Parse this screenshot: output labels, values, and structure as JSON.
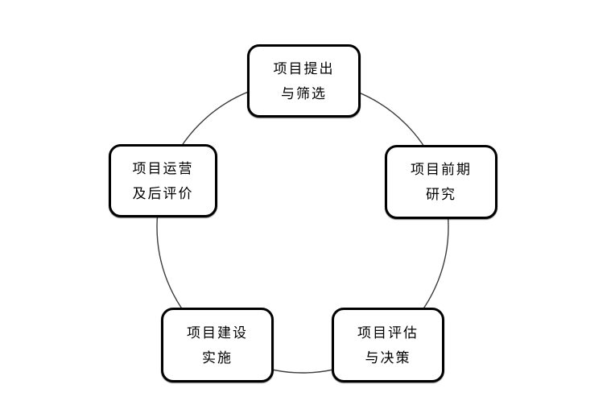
{
  "diagram": {
    "type": "cycle",
    "background_color": "#ffffff",
    "circle": {
      "stroke": "#3d3d3d"
    },
    "node_style": {
      "fill": "#ffffff",
      "border_color": "#000000",
      "text_color": "#000000"
    },
    "nodes": [
      {
        "id": "proposal-screening",
        "line1": "项目提出",
        "line2": "与筛选"
      },
      {
        "id": "preliminary-research",
        "line1": "项目前期",
        "line2": "研究"
      },
      {
        "id": "evaluation-decision",
        "line1": "项目评估",
        "line2": "与决策"
      },
      {
        "id": "construction-implementation",
        "line1": "项目建设",
        "line2": "实施"
      },
      {
        "id": "operation-post-evaluation",
        "line1": "项目运营",
        "line2": "及后评价"
      }
    ]
  }
}
